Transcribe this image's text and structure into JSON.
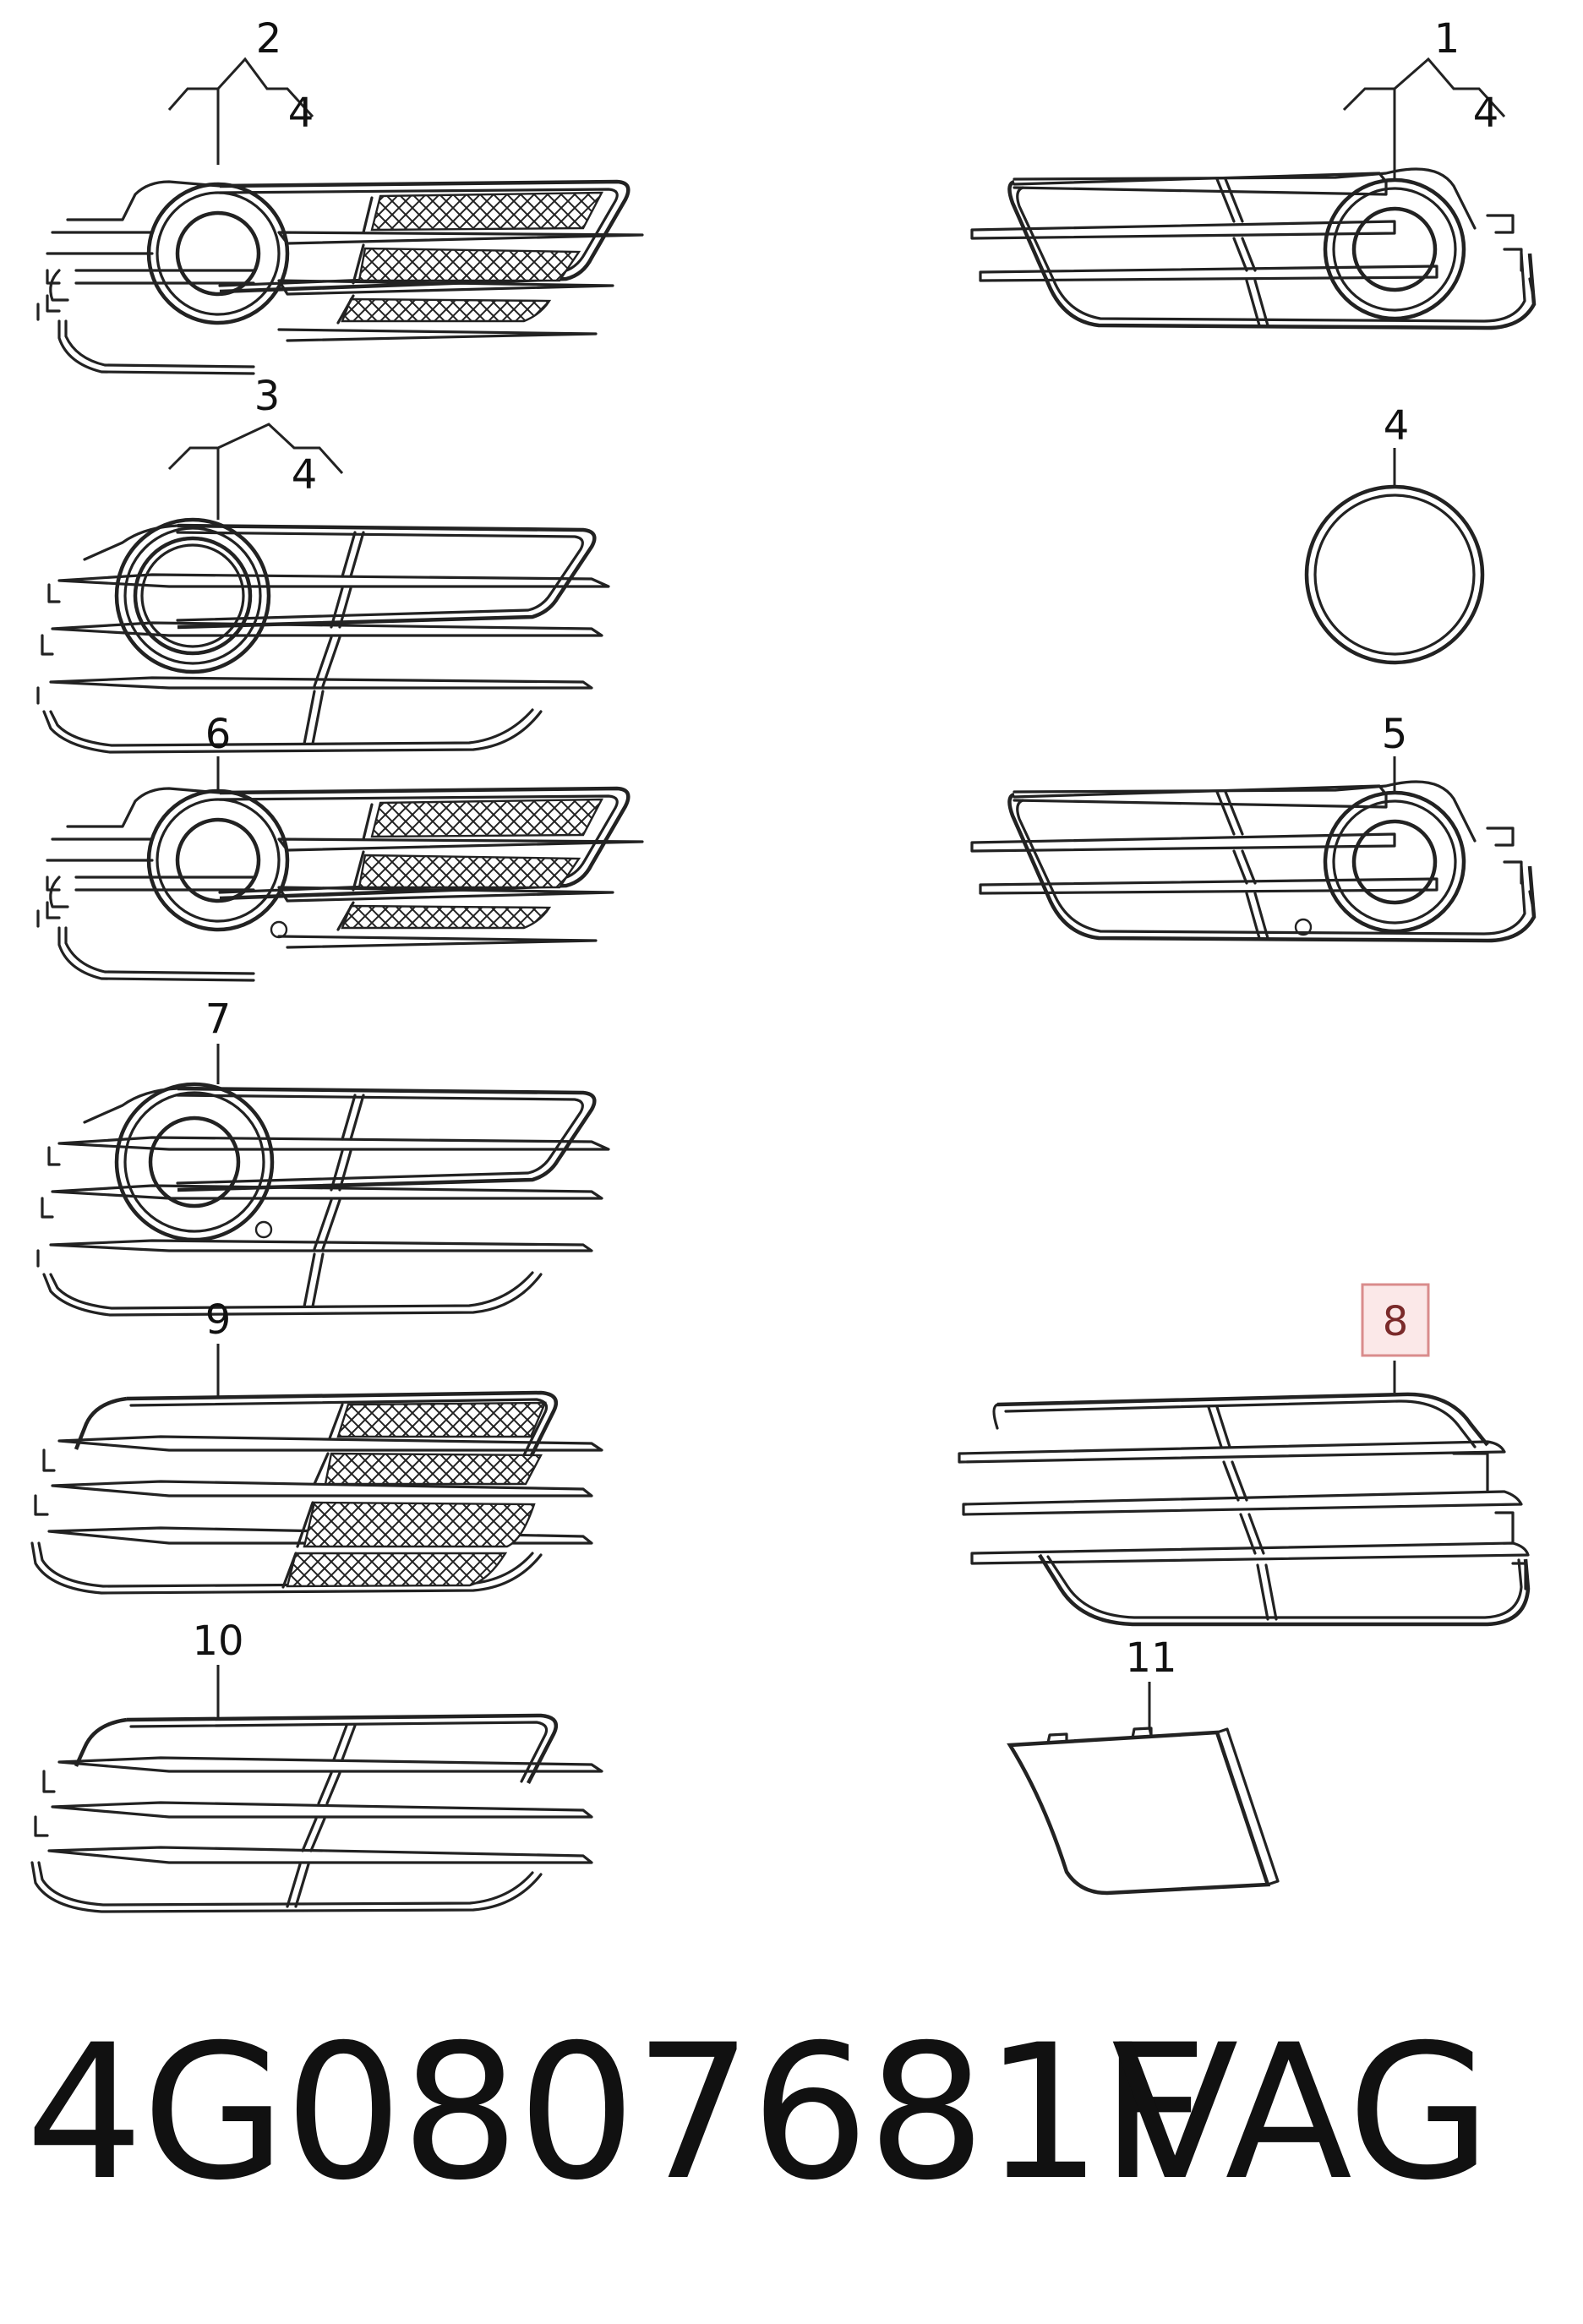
{
  "callouts": {
    "c1": "1",
    "c2": "2",
    "c3": "3",
    "c4": "4",
    "c5": "5",
    "c6": "6",
    "c7": "7",
    "c8": "8",
    "c9": "9",
    "c10": "10",
    "c11": "11",
    "sub_4": "4"
  },
  "highlighted_callout": "8",
  "footer": {
    "part_number": "4G0807681F",
    "brand": "VAG"
  },
  "colors": {
    "line": "#222222",
    "highlight_border": "#d98c8c",
    "highlight_fill": "#fbe8e8"
  }
}
